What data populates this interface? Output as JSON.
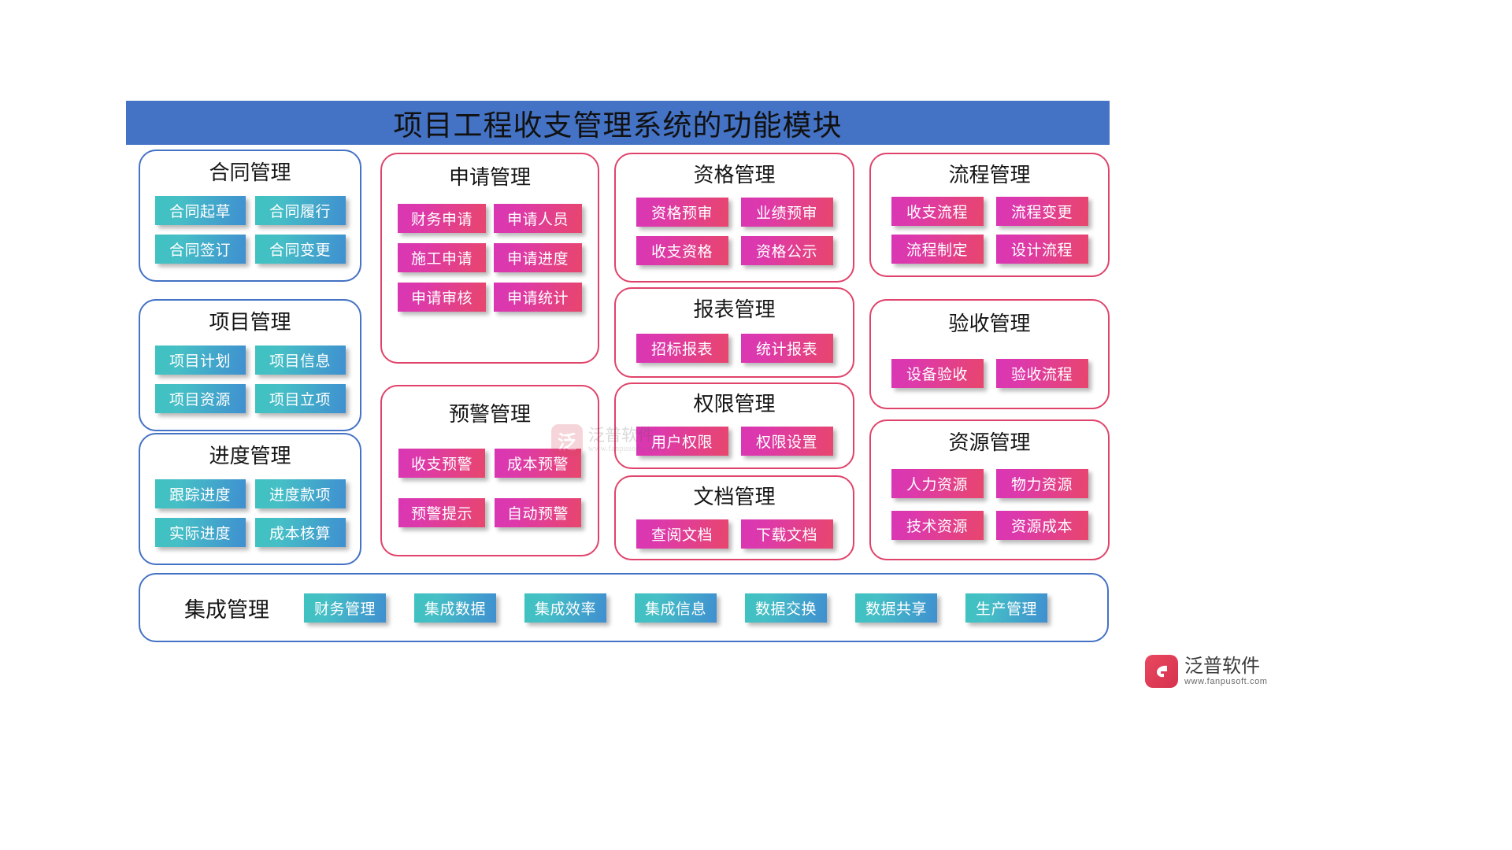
{
  "title": "项目工程收支管理系统的功能模块",
  "colors": {
    "title_bar": "#4472C4",
    "blue_border": "#4472C4",
    "pink_border": "#E0436A",
    "teal_button_start": "#3FC2C0",
    "teal_button_end": "#3F8FD0",
    "magenta_button_start": "#D936B4",
    "magenta_button_end": "#E8466D"
  },
  "cards": [
    {
      "id": "contract-management",
      "title": "合同管理",
      "accent": "blue",
      "buttons": [
        "合同起草",
        "合同履行",
        "合同签订",
        "合同变更"
      ]
    },
    {
      "id": "project-management",
      "title": "项目管理",
      "accent": "blue",
      "buttons": [
        "项目计划",
        "项目信息",
        "项目资源",
        "项目立项"
      ]
    },
    {
      "id": "progress-management",
      "title": "进度管理",
      "accent": "blue",
      "buttons": [
        "跟踪进度",
        "进度款项",
        "实际进度",
        "成本核算"
      ]
    },
    {
      "id": "application-management",
      "title": "申请管理",
      "accent": "pink",
      "buttons": [
        "财务申请",
        "申请人员",
        "施工申请",
        "申请进度",
        "申请审核",
        "申请统计"
      ]
    },
    {
      "id": "warning-management",
      "title": "预警管理",
      "accent": "pink",
      "buttons": [
        "收支预警",
        "成本预警",
        "预警提示",
        "自动预警"
      ]
    },
    {
      "id": "qualification-management",
      "title": "资格管理",
      "accent": "pink",
      "buttons": [
        "资格预审",
        "业绩预审",
        "收支资格",
        "资格公示"
      ]
    },
    {
      "id": "report-management",
      "title": "报表管理",
      "accent": "pink",
      "buttons": [
        "招标报表",
        "统计报表"
      ]
    },
    {
      "id": "permission-management",
      "title": "权限管理",
      "accent": "pink",
      "buttons": [
        "用户权限",
        "权限设置"
      ]
    },
    {
      "id": "document-management",
      "title": "文档管理",
      "accent": "pink",
      "buttons": [
        "查阅文档",
        "下载文档"
      ]
    },
    {
      "id": "process-management",
      "title": "流程管理",
      "accent": "pink",
      "buttons": [
        "收支流程",
        "流程变更",
        "流程制定",
        "设计流程"
      ]
    },
    {
      "id": "acceptance-management",
      "title": "验收管理",
      "accent": "pink",
      "buttons": [
        "设备验收",
        "验收流程"
      ]
    },
    {
      "id": "resource-management",
      "title": "资源管理",
      "accent": "pink",
      "buttons": [
        "人力资源",
        "物力资源",
        "技术资源",
        "资源成本"
      ]
    }
  ],
  "bottom_bar": {
    "label": "集成管理",
    "buttons": [
      "财务管理",
      "集成数据",
      "集成效率",
      "集成信息",
      "数据交换",
      "数据共享",
      "生产管理"
    ]
  },
  "watermark": {
    "mark": "泛",
    "name": "泛普软件",
    "domain": "www.fanpusoft.com"
  },
  "logo": {
    "name": "泛普软件",
    "domain": "www.fanpusoft.com"
  }
}
